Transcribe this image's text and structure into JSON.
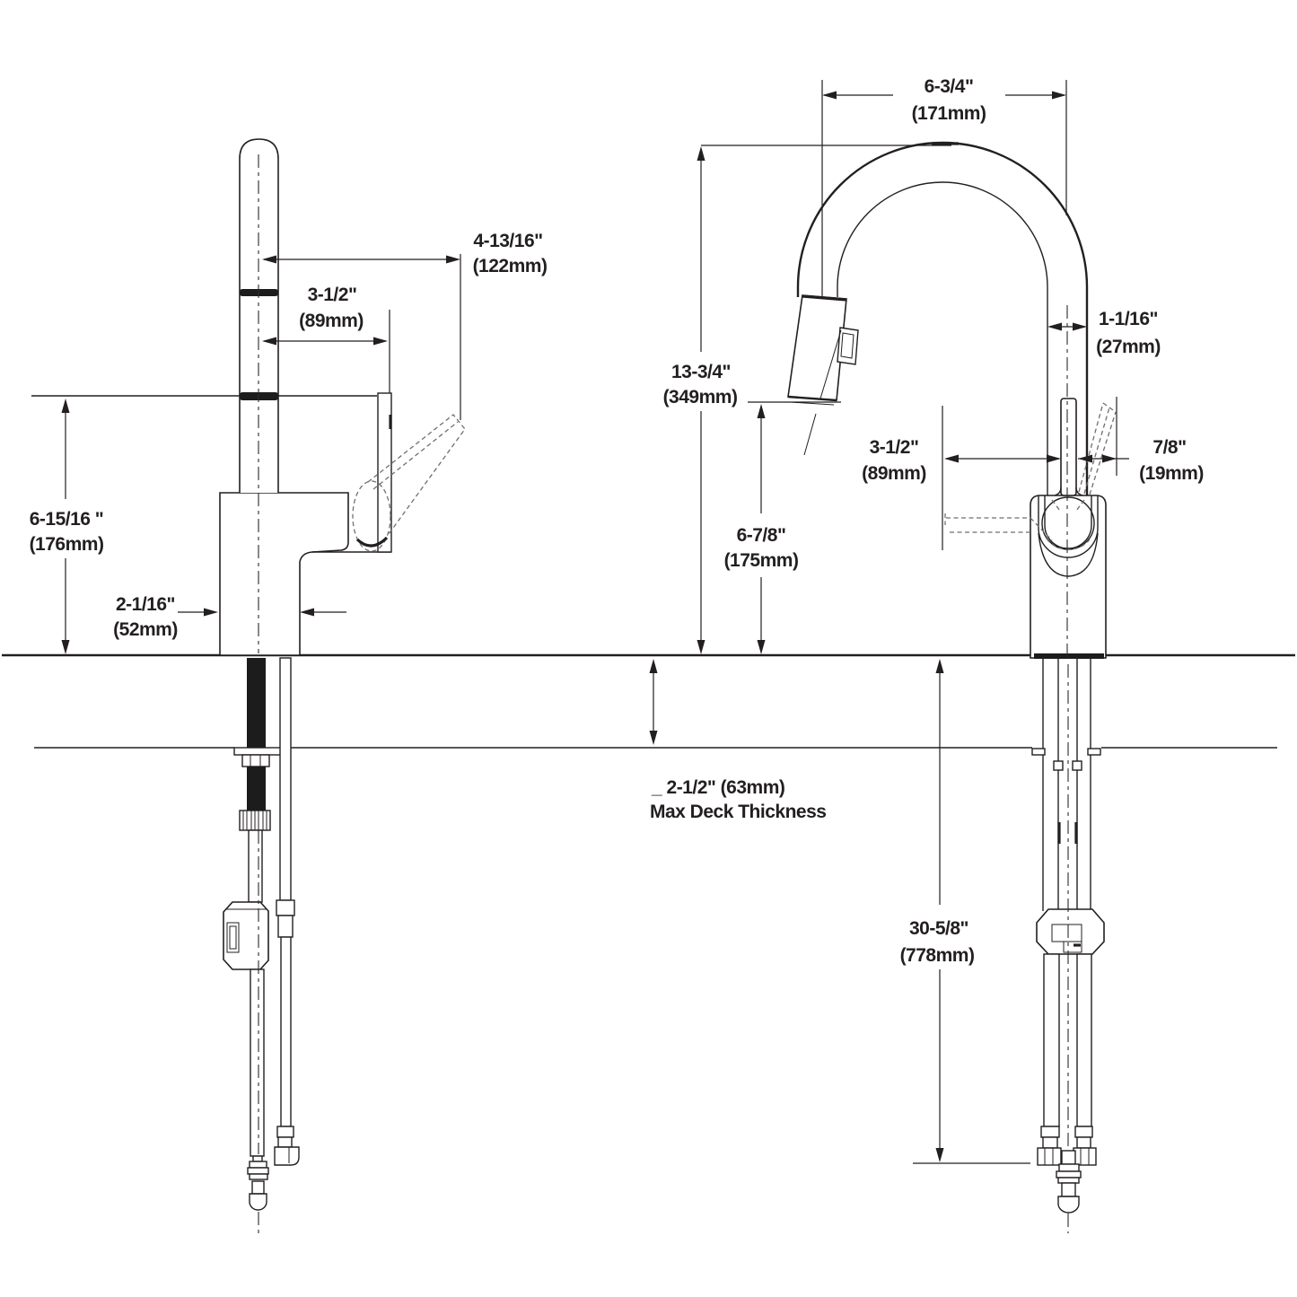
{
  "left_view": {
    "reach_full": {
      "in": "4-13/16\"",
      "mm": "(122mm)"
    },
    "reach_to_handle": {
      "in": "3-1/2\"",
      "mm": "(89mm)"
    },
    "outlet_height": {
      "in": "6-15/16 \"",
      "mm": "(176mm)"
    },
    "base_width": {
      "in": "2-1/16\"",
      "mm": "(52mm)"
    }
  },
  "right_view": {
    "spout_reach": {
      "in": "6-3/4\"",
      "mm": "(171mm)"
    },
    "overall_height": {
      "in": "13-3/4\"",
      "mm": "(349mm)"
    },
    "spout_diameter": {
      "in": "1-1/16\"",
      "mm": "(27mm)"
    },
    "center_to_hose": {
      "in": "3-1/2\"",
      "mm": "(89mm)"
    },
    "handle_clearance": {
      "in": "7/8\"",
      "mm": "(19mm)"
    },
    "outlet_height": {
      "in": "6-7/8\"",
      "mm": "(175mm)"
    },
    "supply_length": {
      "in": "30-5/8\"",
      "mm": "(778mm)"
    }
  },
  "deck": {
    "max_thickness_note": "_ 2-1/2\" (63mm)",
    "max_thickness_caption": "Max Deck Thickness"
  },
  "colors": {
    "line": "#231f20",
    "phantom": "#6f6f6f",
    "background": "#ffffff"
  }
}
